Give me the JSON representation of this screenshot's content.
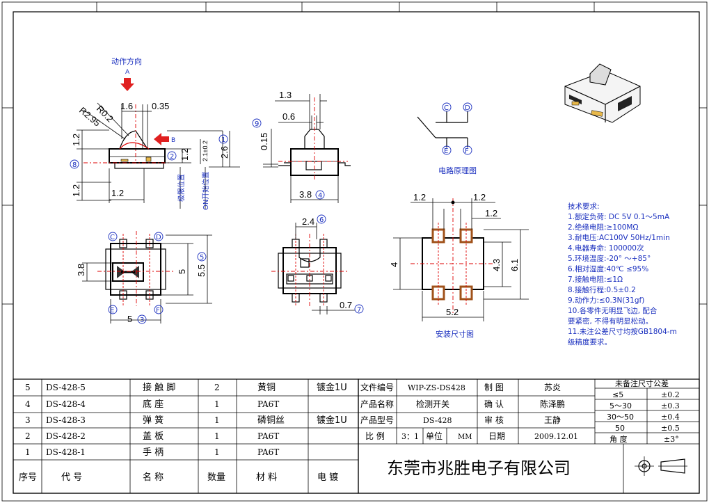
{
  "labels": {
    "action_direction": "动作方向",
    "arrow_a": "A",
    "arrow_b": "B",
    "limit_position": "极限位置",
    "on_position": "ON开始位置",
    "circuit_title": "电路原理图",
    "install_title": "安装尺寸图",
    "circuit_pins": [
      "C",
      "D",
      "E",
      "F"
    ]
  },
  "balloons": [
    "1",
    "2",
    "3",
    "4",
    "5",
    "6",
    "7",
    "8",
    "9",
    "C",
    "D",
    "E",
    "F"
  ],
  "dims": {
    "side": [
      "R0.2",
      "R2.95",
      "1.6",
      "0.35",
      "1.2",
      "1.2",
      "2.1±0.2",
      "2.6",
      "1.2",
      "1.2"
    ],
    "front": [
      "1.3",
      "0.6",
      "0.15",
      "3.8"
    ],
    "top": [
      "3.8",
      "5",
      "5.5",
      "5"
    ],
    "bottom": [
      "2.4",
      "0.7"
    ],
    "install": [
      "1.2",
      "1.2",
      "1.2",
      "4",
      "4.3",
      "6.1",
      "5.2"
    ]
  },
  "tech": {
    "title": "技术要求:",
    "lines": [
      "1.额定负荷: DC 5V  0.1～5mA",
      "2.绝缘电阻:≥100MΩ",
      "3.耐电压:AC100V 50Hz/1min",
      "4.电器寿命: 100000次",
      "5.环境温度:-20° ～+85°",
      "6.相对湿度:40℃   ≤95%",
      "7.接触电阻:≤1Ω",
      "8.接触行程:0.5±0.2",
      "9.动作力:≤0.3N(31gf)",
      "10.各零件无明显飞边, 配合",
      "    要紧密, 不得有明显松动。",
      "11.未注公差尺寸均按GB1804-m",
      "    级精度要求。"
    ]
  },
  "bom": {
    "rows": [
      {
        "no": "5",
        "code": "DS-428-5",
        "name": "接 触 脚",
        "qty": "2",
        "material": "黄铜",
        "plating": "镀金1U"
      },
      {
        "no": "4",
        "code": "DS-428-4",
        "name": "底    座",
        "qty": "1",
        "material": "PA6T",
        "plating": ""
      },
      {
        "no": "3",
        "code": "DS-428-3",
        "name": "弹    簧",
        "qty": "1",
        "material": "磷铜丝",
        "plating": "镀金1U"
      },
      {
        "no": "2",
        "code": "DS-428-2",
        "name": "盖    板",
        "qty": "1",
        "material": "PA6T",
        "plating": ""
      },
      {
        "no": "1",
        "code": "DS-428-1",
        "name": "手    柄",
        "qty": "1",
        "material": "PA6T",
        "plating": ""
      }
    ],
    "headers": {
      "no": "序号",
      "code": "代    号",
      "name": "名    称",
      "qty": "数量",
      "material": "材  料",
      "plating": "电    镀"
    }
  },
  "title_block": {
    "file_no_label": "文件编号",
    "file_no": "WIP-ZS-DS428",
    "product_name_label": "产品名称",
    "product_name": "检测开关",
    "product_model_label": "产品型号",
    "product_model": "DS-428",
    "scale_label": "比  例",
    "scale": "3：1",
    "unit_label": "单位",
    "unit": "MM",
    "date_label": "日期",
    "date": "2009.12.01",
    "draw_label": "制    图",
    "draw": "苏炎",
    "check_label": "确    认",
    "check": "陈泽鹏",
    "approve_label": "审    核",
    "approve": "王静",
    "company": "东莞市兆胜电子有限公司"
  },
  "tolerance": {
    "title": "未备注尺寸公差",
    "rows": [
      {
        "range": "≤5",
        "tol": "±0.2"
      },
      {
        "range": "5～30",
        "tol": "±0.3"
      },
      {
        "range": "30～50",
        "tol": "±0.4"
      },
      {
        "range": "50",
        "tol": "±0.5"
      },
      {
        "range": "角  度",
        "tol": "±3°"
      }
    ]
  },
  "colors": {
    "accent_red": "#e02020",
    "balloon_blue": "#1a2fbf",
    "pad_brown": "#a0521a",
    "pad_gold": "#e8b84a"
  }
}
